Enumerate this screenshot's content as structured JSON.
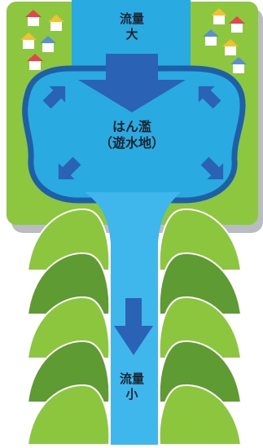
{
  "labels": {
    "top_line1": "流量",
    "top_line2": "大",
    "middle_line1": "はん濫",
    "middle_line2": "（遊水地）",
    "bottom_line1": "流量",
    "bottom_line2": "小"
  },
  "colors": {
    "grass": "#8dc63f",
    "grass_shadow": "#b9bcc0",
    "water": "#29abe2",
    "water_light": "#3fb6ec",
    "pond_border": "#1f5fa8",
    "arrow": "#2a62b5",
    "hill_light": "#8cc63f",
    "hill_dark": "#5e9b32",
    "house_wall": "#ffffff",
    "roof_red": "#e8444a",
    "roof_yellow": "#f2c12e",
    "roof_blue": "#5a8fd0"
  },
  "icons": {
    "flow_arrow": "arrow-down-icon",
    "spread_arrows": "arrow-diagonal-icon",
    "houses": "house-icon"
  }
}
